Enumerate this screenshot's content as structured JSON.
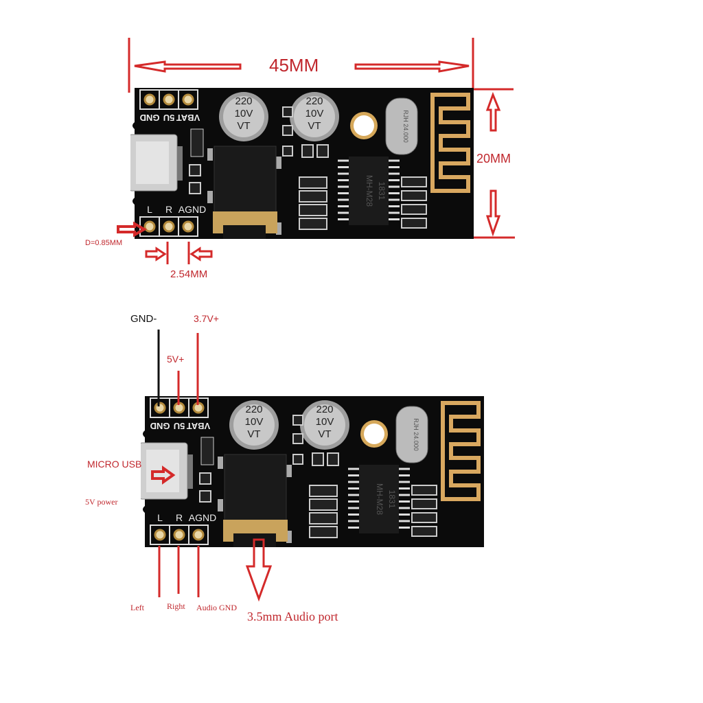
{
  "board": {
    "silk_top": [
      "VBAT",
      "5U",
      "GND"
    ],
    "silk_bottom": [
      "L",
      "R",
      "AGND"
    ],
    "cap_value": "220",
    "cap_voltage": "10V",
    "cap_mark": "VT",
    "chip_name": "MH-M28",
    "chip_code": "1831",
    "crystal": "24.000",
    "crystal_mark": "RJH"
  },
  "dimensions": {
    "width": "45MM",
    "height": "20MM",
    "pin_diameter": "D=0.85MM",
    "pin_pitch": "2.54MM"
  },
  "pinout": {
    "gnd": "GND-",
    "v5": "5V+",
    "v37": "3.7V+",
    "micro_usb": "MICRO USB",
    "power": "5V power",
    "left": "Left",
    "right": "Right",
    "agnd": "Audio GND",
    "audio_port": "3.5mm Audio port"
  },
  "colors": {
    "annotation": "#d42a2a",
    "pcb": "#0b0b0b",
    "gold": "#d6a85a"
  }
}
